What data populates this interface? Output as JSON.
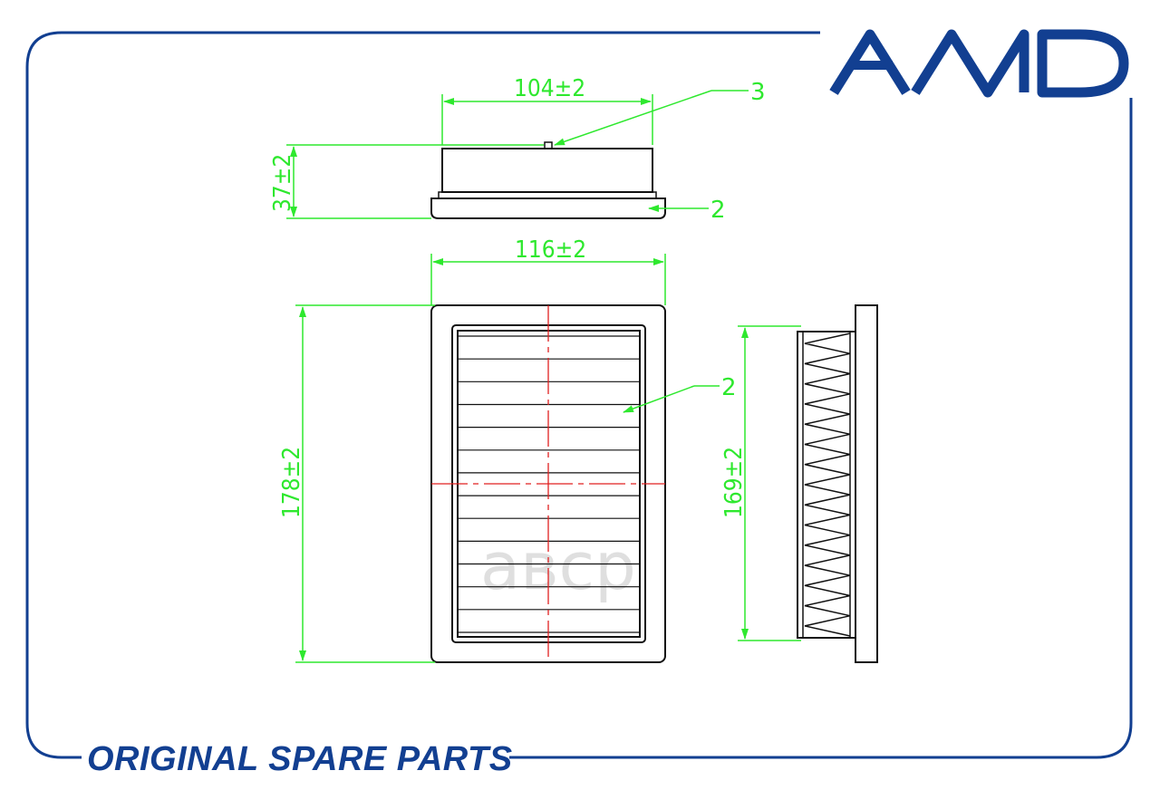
{
  "brand": {
    "logo_text": "AMD",
    "color": "#123f91"
  },
  "footer": {
    "label": "ORIGINAL SPARE PARTS"
  },
  "watermark": {
    "text": "авср"
  },
  "dimensions": {
    "top_width": "104±2",
    "top_height": "37±2",
    "front_width": "116±2",
    "front_height": "178±2",
    "side_height": "169±2"
  },
  "callouts": {
    "top_seal": "3",
    "top_frame": "2",
    "front_media": "2"
  },
  "colors": {
    "frame": "#123f91",
    "dimension": "#2ee82e",
    "centerline": "#e02020",
    "outline": "#111111"
  }
}
